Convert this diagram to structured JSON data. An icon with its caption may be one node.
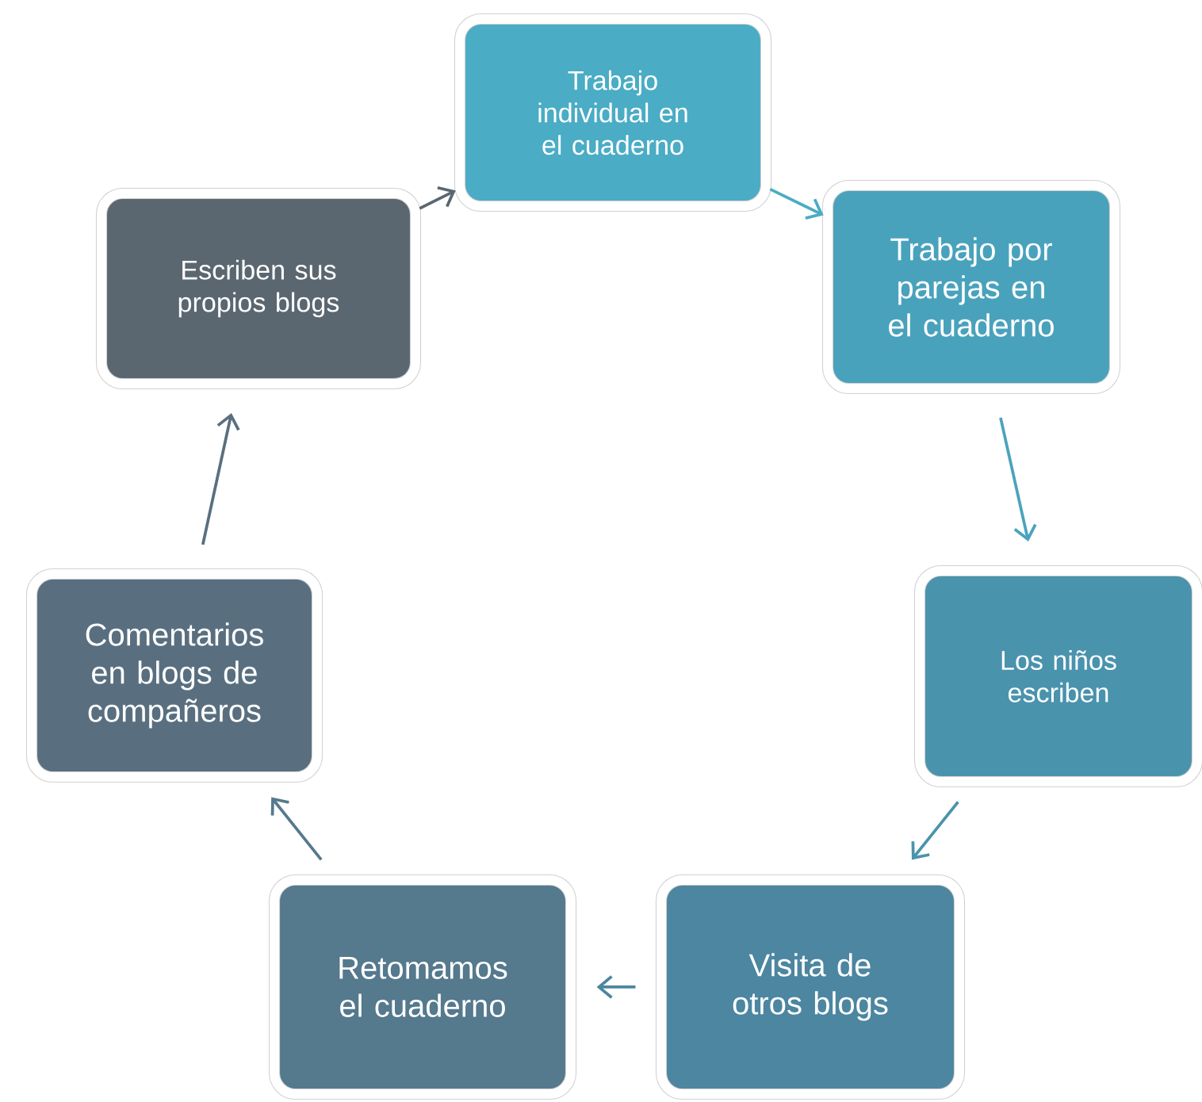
{
  "diagram": {
    "nodes": [
      {
        "text": [
          "Trabajo individual en el cuaderno"
        ]
      },
      {
        "text": [
          "Trabajo por parejas en el cuaderno"
        ]
      },
      {
        "text": [
          "Los niños escriben"
        ]
      },
      {
        "text": [
          "Visita de otros blogs"
        ]
      },
      {
        "text": [
          "Retomamos el cuaderno"
        ]
      },
      {
        "text": [
          "Comentarios en blogs de compañeros"
        ]
      },
      {
        "text": [
          "Escriben sus propios blogs"
        ]
      }
    ],
    "edges": [
      {
        "from": 0,
        "to": 1,
        "arrow": "to"
      },
      {
        "from": 1,
        "to": 2,
        "arrow": "to"
      },
      {
        "from": 2,
        "to": 3,
        "arrow": "to"
      },
      {
        "from": 3,
        "to": 4,
        "arrow": "to"
      },
      {
        "from": 4,
        "to": 5,
        "arrow": "to"
      },
      {
        "from": 5,
        "to": 6,
        "arrow": "to"
      },
      {
        "from": 6,
        "to": 0,
        "arrow": "to"
      }
    ]
  }
}
